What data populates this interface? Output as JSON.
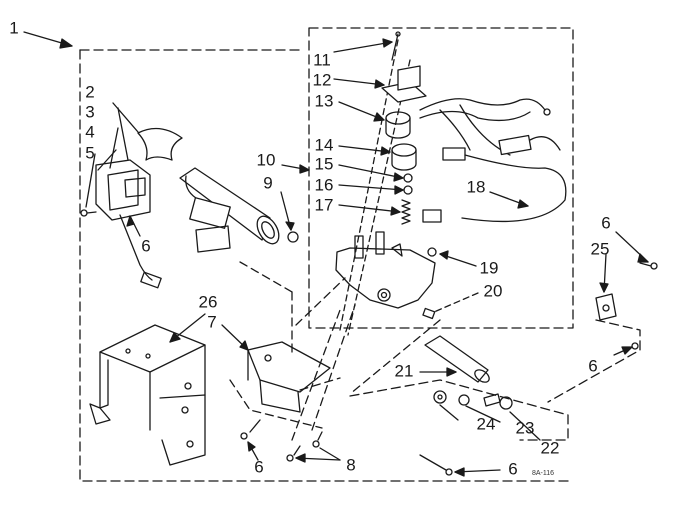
{
  "diagram": {
    "code": "8A-116",
    "callouts": [
      {
        "id": "c1",
        "text": "1"
      },
      {
        "id": "c2",
        "text": "2"
      },
      {
        "id": "c3",
        "text": "3"
      },
      {
        "id": "c4",
        "text": "4"
      },
      {
        "id": "c5",
        "text": "5"
      },
      {
        "id": "c6a",
        "text": "6"
      },
      {
        "id": "c6b",
        "text": "6"
      },
      {
        "id": "c6c",
        "text": "6"
      },
      {
        "id": "c6d",
        "text": "6"
      },
      {
        "id": "c6e",
        "text": "6"
      },
      {
        "id": "c7",
        "text": "7"
      },
      {
        "id": "c8",
        "text": "8"
      },
      {
        "id": "c9",
        "text": "9"
      },
      {
        "id": "c10",
        "text": "10"
      },
      {
        "id": "c11",
        "text": "11"
      },
      {
        "id": "c12",
        "text": "12"
      },
      {
        "id": "c13",
        "text": "13"
      },
      {
        "id": "c14",
        "text": "14"
      },
      {
        "id": "c15",
        "text": "15"
      },
      {
        "id": "c16",
        "text": "16"
      },
      {
        "id": "c17",
        "text": "17"
      },
      {
        "id": "c18",
        "text": "18"
      },
      {
        "id": "c19",
        "text": "19"
      },
      {
        "id": "c20",
        "text": "20"
      },
      {
        "id": "c21",
        "text": "21"
      },
      {
        "id": "c22",
        "text": "22"
      },
      {
        "id": "c23",
        "text": "23"
      },
      {
        "id": "c24",
        "text": "24"
      },
      {
        "id": "c25",
        "text": "25"
      },
      {
        "id": "c26",
        "text": "26"
      }
    ]
  }
}
